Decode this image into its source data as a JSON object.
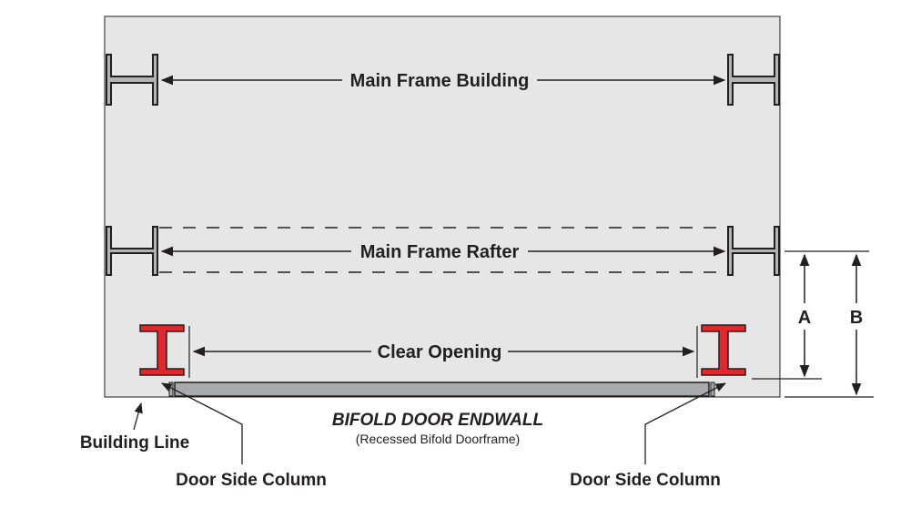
{
  "diagram": {
    "title": "BIFOLD DOOR ENDWALL",
    "subtitle": "(Recessed Bifold Doorframe)",
    "labels": {
      "main_frame_building": "Main Frame Building",
      "main_frame_rafter": "Main Frame Rafter",
      "clear_opening": "Clear Opening",
      "dimension_a": "A",
      "dimension_b": "B",
      "building_line": "Building Line",
      "door_side_column_left": "Door Side Column",
      "door_side_column_right": "Door Side Column"
    },
    "colors": {
      "building_fill": "#e6e6e7",
      "frame_gray": "#b3b3b3",
      "column_red": "#e0282e",
      "line": "#231f20",
      "door_gray": "#a7a9ac"
    }
  }
}
